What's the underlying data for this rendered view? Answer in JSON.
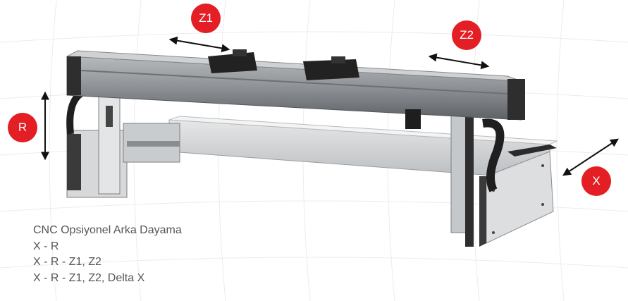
{
  "colors": {
    "badge": "#e31e24",
    "frame": "#8a8d90",
    "frame_dark": "#2b2b2b",
    "caption_text": "#555555"
  },
  "badges": {
    "z1": "Z1",
    "z2": "Z2",
    "r": "R",
    "x": "X"
  },
  "caption": {
    "title": "CNC Opsiyonel Arka Dayama",
    "line1": "X - R",
    "line2": "X - R - Z1, Z2",
    "line3": "X - R - Z1, Z2, Delta X"
  }
}
